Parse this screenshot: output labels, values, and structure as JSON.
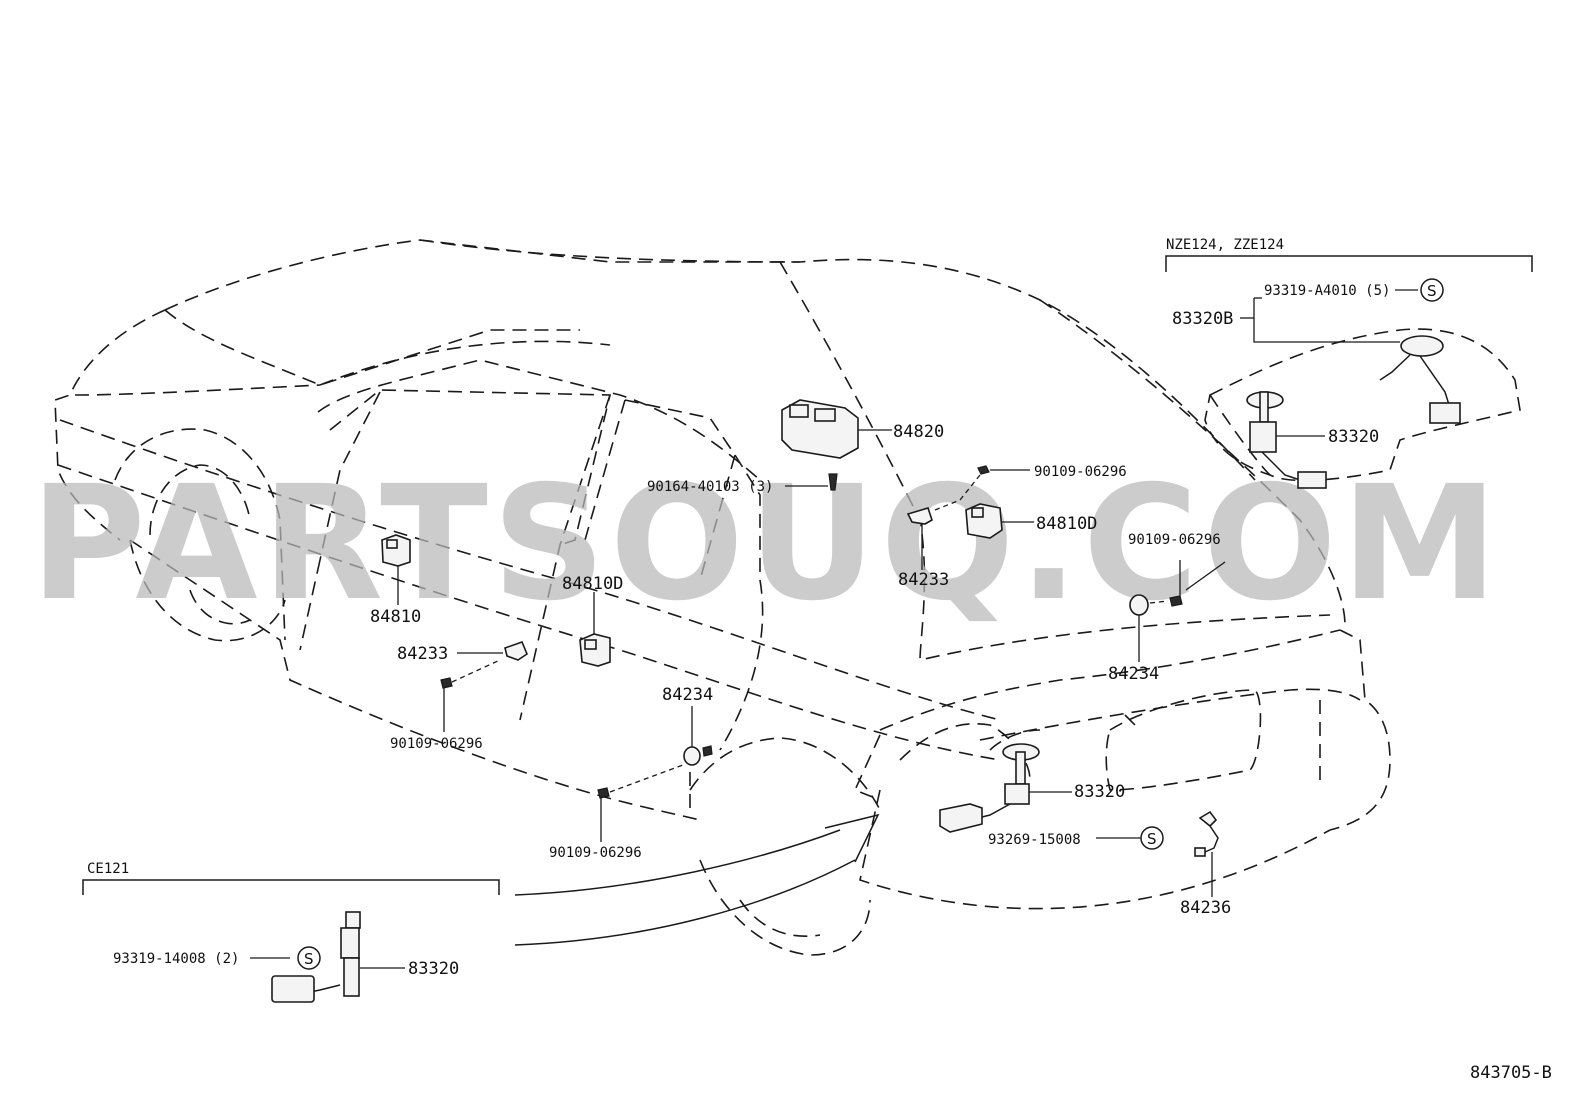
{
  "watermark": "PARTSOUQ.COM",
  "diagram_id": "843705-B",
  "insets": {
    "nze": {
      "title": "NZE124, ZZE124"
    },
    "ce": {
      "title": "CE121"
    }
  },
  "symbol_s": "S",
  "labels": {
    "p84820": "84820",
    "p90164": "90164-40103 (3)",
    "p90109_top": "90109-06296",
    "p84810D_right": "84810D",
    "p84233_right": "84233",
    "p90109_rear": "90109-06296",
    "p84234_rear": "84234",
    "p84810": "84810",
    "p84810D_mid": "84810D",
    "p84233_left": "84233",
    "p90109_left": "90109-06296",
    "p84234_mid": "84234",
    "p90109_bottom": "90109-06296",
    "p83320_main": "83320",
    "p93269": "93269-15008",
    "p84236": "84236",
    "p83320B": "83320B",
    "p93319_A4010": "93319-A4010 (5)",
    "p83320_nze": "83320",
    "p93319_14008": "93319-14008 (2)",
    "p83320_ce": "83320"
  }
}
